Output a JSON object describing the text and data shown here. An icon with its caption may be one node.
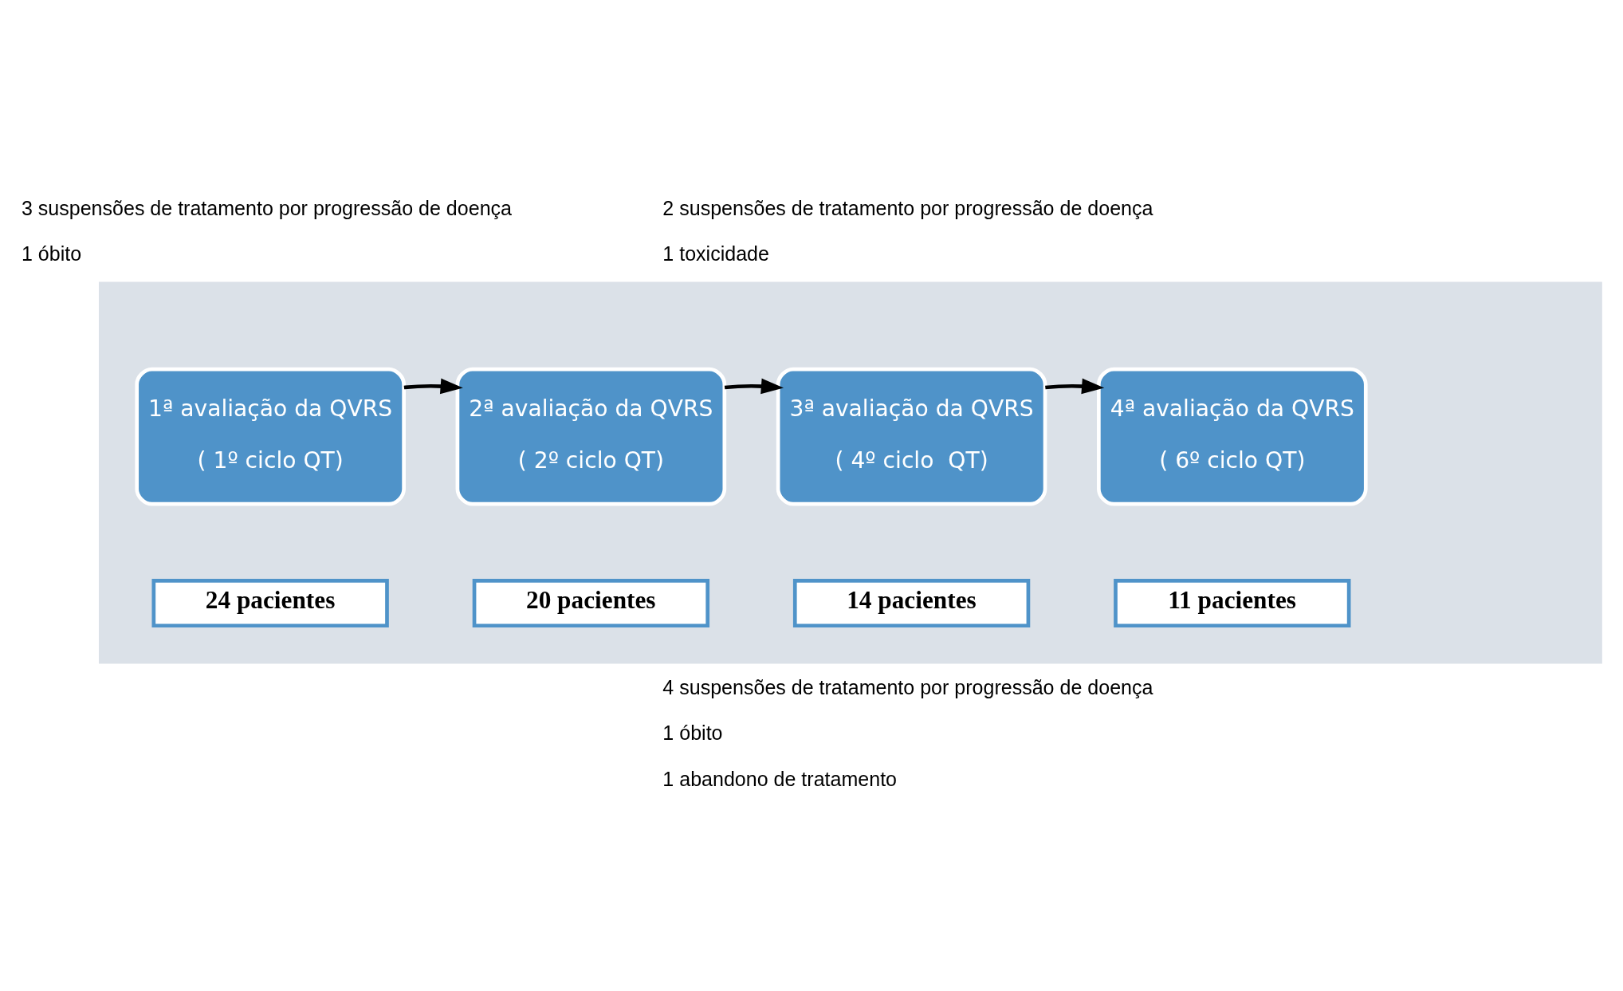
{
  "diagram": {
    "nodes": [
      {
        "text": [],
        "shape": "arrow"
      },
      {
        "text": [
          "1ª avaliação da QVRS",
          "( 1º ciclo QT)"
        ],
        "in": 0
      },
      {
        "text": [
          "24 pacientes"
        ],
        "in": 0
      },
      {
        "text": [
          "2ª avaliação da QVRS",
          "( 2º ciclo QT)"
        ],
        "in": 0
      },
      {
        "text": [
          "20 pacientes"
        ],
        "in": 0
      },
      {
        "text": [
          "3ª avaliação da QVRS",
          "( 4º ciclo  QT)"
        ],
        "in": 0
      },
      {
        "text": [
          "14 pacientes"
        ],
        "in": 0
      },
      {
        "text": [
          "4ª avaliação da QVRS",
          "( 6º ciclo QT)"
        ],
        "in": 0
      },
      {
        "text": [
          "11 pacientes"
        ],
        "in": 0
      }
    ],
    "edges": [
      {
        "from": 1,
        "to": 3,
        "arrow": "to"
      },
      {
        "from": 3,
        "to": 5,
        "arrow": "to"
      },
      {
        "from": 5,
        "to": 7,
        "arrow": "to"
      }
    ],
    "labels": [
      "3 suspensões de tratamento por progressão de doença",
      "1 óbito",
      "2 suspensões de tratamento por progressão de doença",
      "1 toxicidade",
      "4 suspensões de tratamento por progressão de doença",
      "1 óbito",
      "1 abandono de tratamento"
    ]
  }
}
